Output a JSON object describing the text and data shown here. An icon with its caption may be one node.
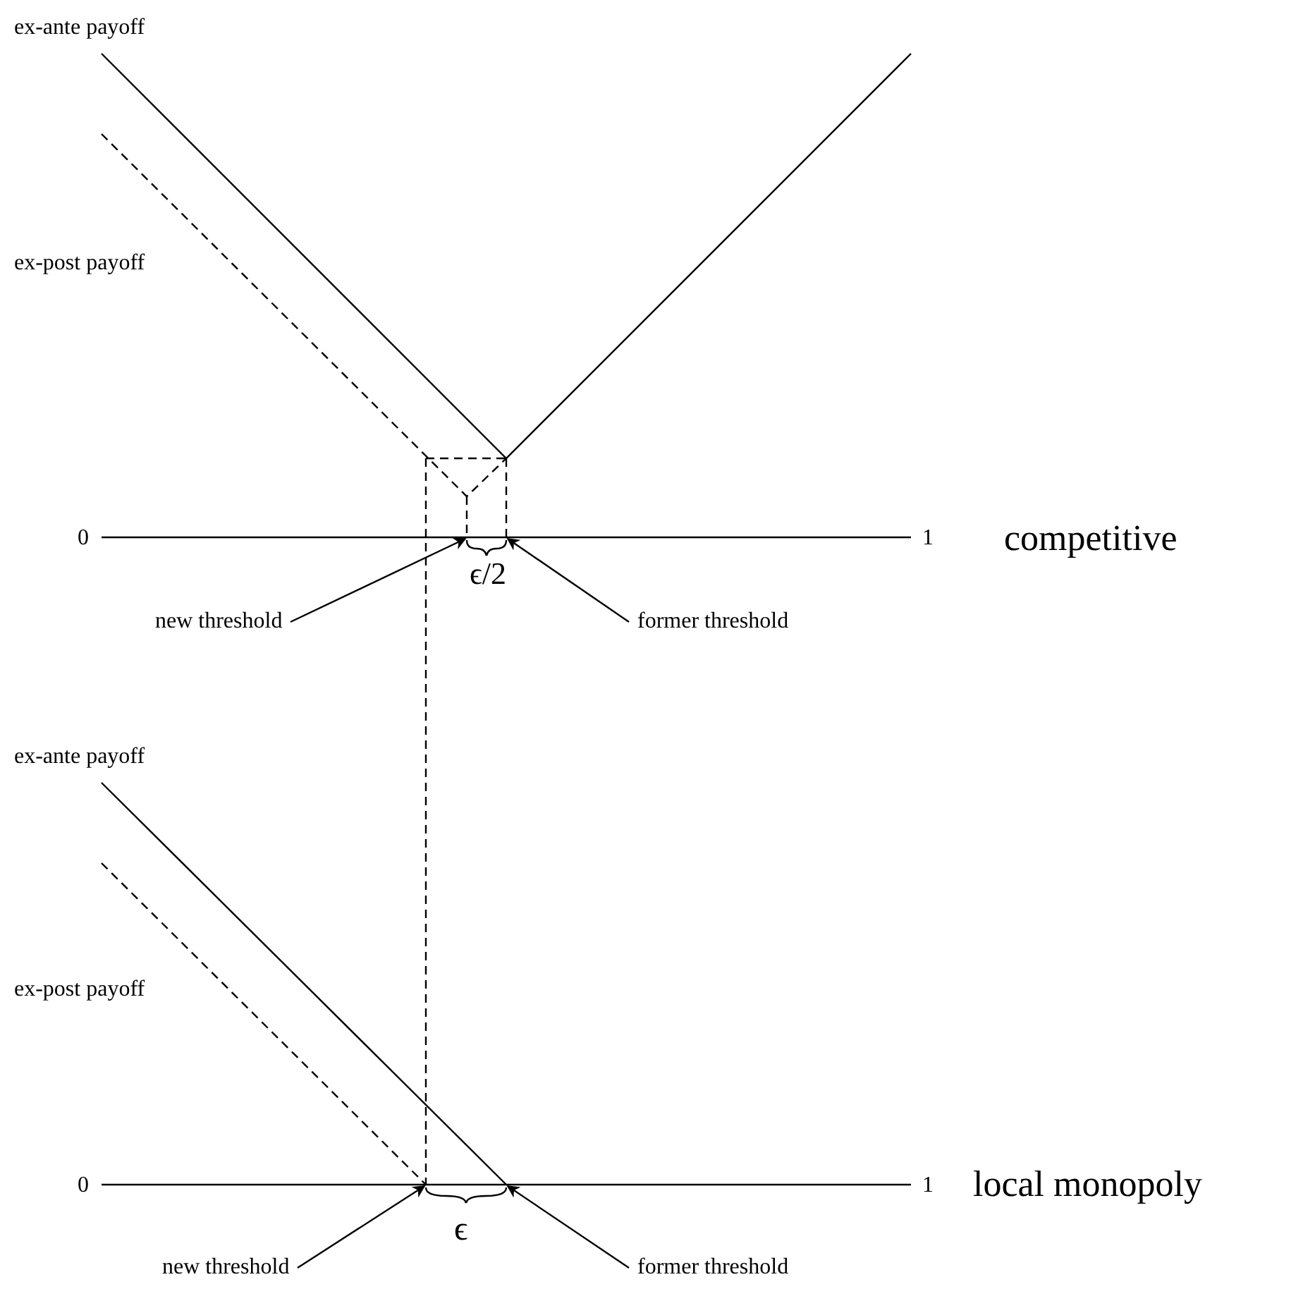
{
  "diagram": {
    "nodes": [
      {
        "text": [
          "new threshold"
        ]
      },
      {
        "text": [
          "former threshold"
        ]
      },
      {
        "text": [
          "new threshold"
        ]
      },
      {
        "text": [
          "former threshold"
        ]
      },
      {
        "text": [],
        "shape": "brace",
        "beside": [
          "ϵ/2"
        ]
      },
      {
        "text": [],
        "shape": "brace",
        "beside": [
          "ϵ"
        ]
      }
    ],
    "edges": [
      {
        "from": 0,
        "to": 4,
        "arrow": "to"
      },
      {
        "from": 1,
        "to": 4,
        "arrow": "to"
      },
      {
        "from": 2,
        "to": 5,
        "arrow": "to"
      },
      {
        "from": 3,
        "to": 5,
        "arrow": "to"
      }
    ],
    "labels": [
      "ex-ante payoff",
      "ex-post payoff",
      "0",
      "1",
      "competitive",
      "ex-ante payoff",
      "ex-post payoff",
      "0",
      "1",
      "local monopoly"
    ]
  }
}
